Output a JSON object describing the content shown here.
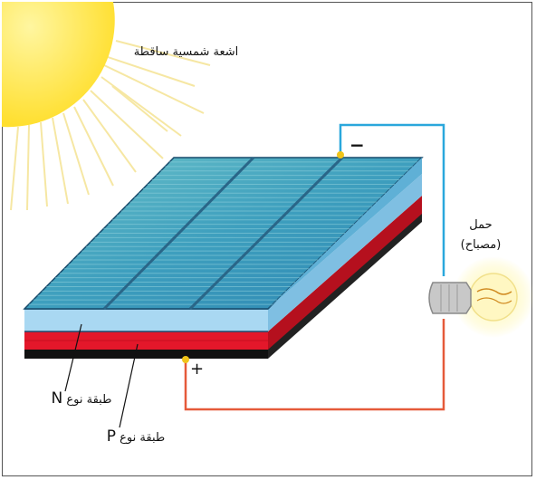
{
  "labels": {
    "incident_sunlight": "اشعة شمسية ساقطة",
    "load_line1": "حمل",
    "load_line2": "(مصباح)",
    "n_layer_text": "طبقة نوع",
    "n_layer_letter": "N",
    "p_layer_text": "طبقة نوع",
    "p_layer_letter": "P",
    "minus": "−",
    "plus": "+"
  },
  "colors": {
    "sun": "#ffe74a",
    "sun_rays": "#f6e7a3",
    "n_layer": "#9fd0ee",
    "p_layer": "#e3172a",
    "cell_top": "#3a9ab7",
    "base": "#111111",
    "negative_wire": "#2aa7dc",
    "positive_wire": "#e55a3a",
    "bulb_glow": "#fff5a0"
  },
  "icons": [
    "sun-icon",
    "bulb-icon"
  ]
}
